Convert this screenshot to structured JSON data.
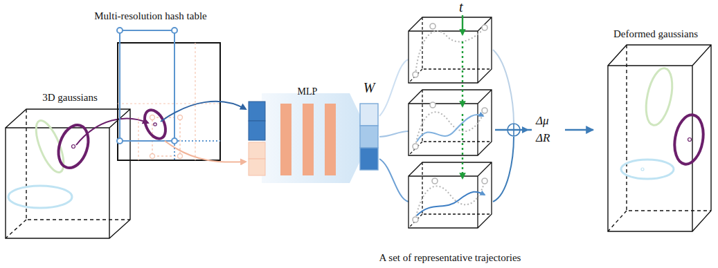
{
  "diagram": {
    "nodes": [
      {
        "text": [
          "3D gaussians"
        ]
      },
      {
        "text": [
          "Multi-resolution hash table"
        ]
      },
      {
        "text": [
          "MLP"
        ]
      },
      {
        "text": [
          "W"
        ]
      },
      {
        "text": [
          "A set of representative trajectories"
        ]
      },
      {
        "text": [
          "Deformed gaussians"
        ]
      }
    ],
    "edges": [
      {
        "from": 4,
        "to": 5,
        "arrow": "to"
      }
    ],
    "labels": [
      "t",
      "Δμ",
      "ΔR"
    ]
  }
}
